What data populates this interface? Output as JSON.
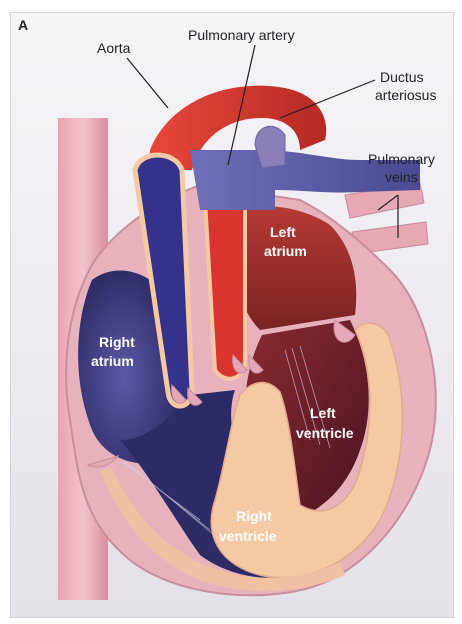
{
  "figure": {
    "panel_letter": "A",
    "labels": {
      "aorta": "Aorta",
      "pulmonary_artery": "Pulmonary artery",
      "ductus_line1": "Ductus",
      "ductus_line2": "arteriosus",
      "pulm_veins_line1": "Pulmonary",
      "pulm_veins_line2": "veins",
      "left_atrium_line1": "Left",
      "left_atrium_line2": "atrium",
      "right_atrium_line1": "Right",
      "right_atrium_line2": "atrium",
      "left_ventricle_line1": "Left",
      "left_ventricle_line2": "ventricle",
      "right_ventricle_line1": "Right",
      "right_ventricle_line2": "ventricle"
    },
    "colors": {
      "oxygenated": "#d9352e",
      "deoxygenated": "#3a3878",
      "myocardium": "#f4c9a4",
      "vessel_wall": "#e7a8b6"
    }
  }
}
